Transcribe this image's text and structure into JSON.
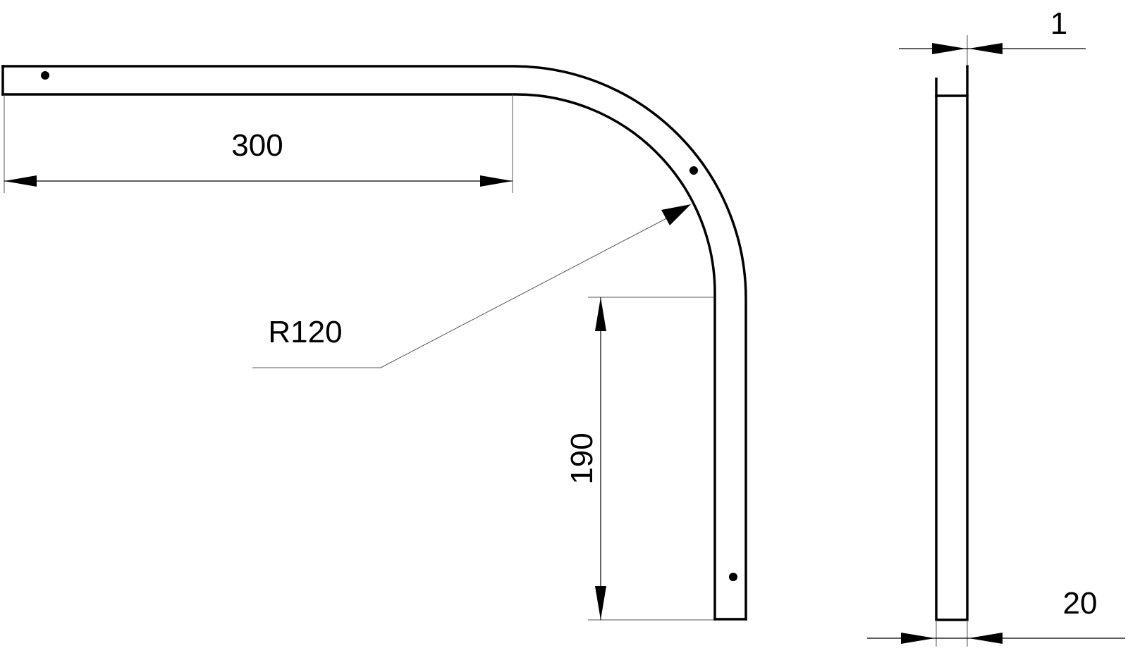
{
  "dimensions": {
    "length": "300",
    "radius": "R120",
    "height": "190",
    "thickness": "1",
    "width": "20"
  },
  "colors": {
    "line": "#000000",
    "background": "#ffffff"
  }
}
